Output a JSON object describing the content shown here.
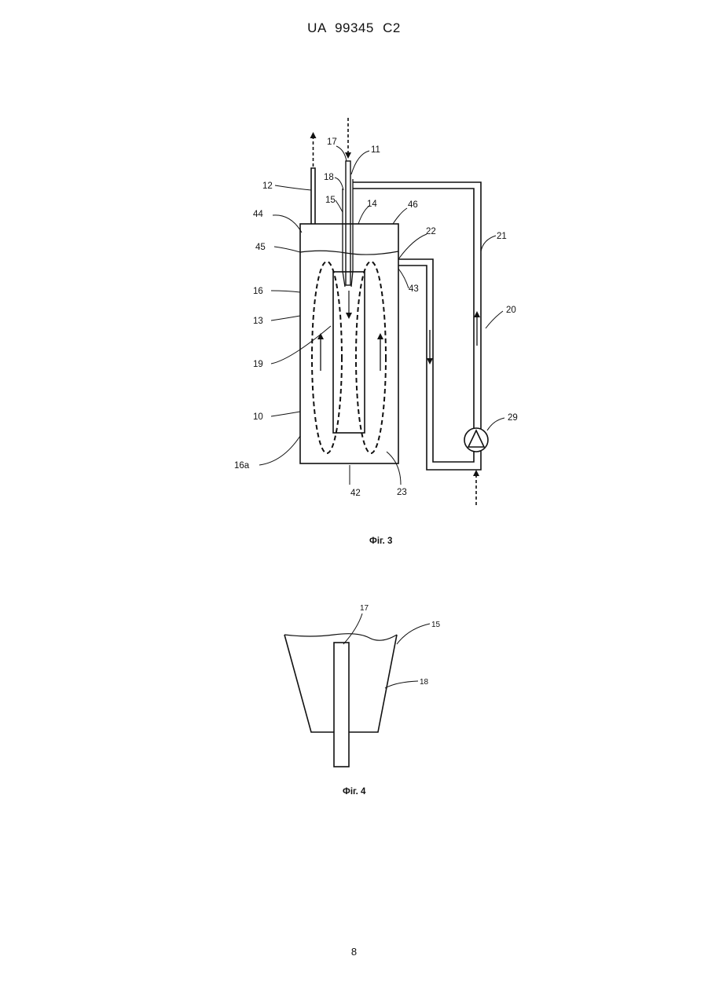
{
  "header": {
    "doc_id": "UA 99345 C2"
  },
  "figure3": {
    "caption": "Фіг. 3",
    "labels": {
      "l17": "17",
      "l11": "11",
      "l18": "18",
      "l12": "12",
      "l15": "15",
      "l14": "14",
      "l46": "46",
      "l44": "44",
      "l22": "22",
      "l21": "21",
      "l45": "45",
      "l43": "43",
      "l16": "16",
      "l20": "20",
      "l13": "13",
      "l19": "19",
      "l10": "10",
      "l29": "29",
      "l16a": "16a",
      "l42": "42",
      "l23": "23"
    }
  },
  "figure4": {
    "caption": "Фіг. 4",
    "labels": {
      "l17": "17",
      "l15": "15",
      "l18": "18"
    }
  },
  "footer": {
    "page_number": "8"
  }
}
